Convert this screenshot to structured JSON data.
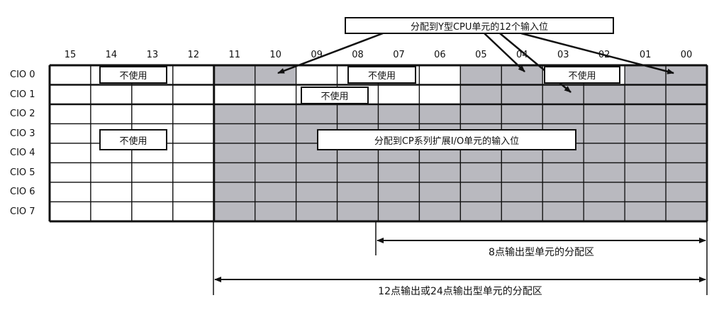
{
  "columns": [
    "15",
    "14",
    "13",
    "12",
    "11",
    "10",
    "09",
    "08",
    "07",
    "06",
    "05",
    "04",
    "03",
    "02",
    "01",
    "00"
  ],
  "rows": [
    {
      "label": "CIO 0",
      "shaded": [
        0,
        0,
        0,
        0,
        1,
        1,
        0,
        0,
        0,
        0,
        1,
        1,
        0,
        0,
        1,
        1
      ]
    },
    {
      "label": "CIO 1",
      "shaded": [
        0,
        0,
        0,
        0,
        0,
        0,
        0,
        0,
        0,
        0,
        1,
        1,
        1,
        1,
        1,
        1
      ]
    },
    {
      "label": "CIO 2",
      "shaded": [
        0,
        0,
        0,
        0,
        1,
        1,
        1,
        1,
        1,
        1,
        1,
        1,
        1,
        1,
        1,
        1
      ]
    },
    {
      "label": "CIO 3",
      "shaded": [
        0,
        0,
        0,
        0,
        1,
        1,
        1,
        1,
        1,
        1,
        1,
        1,
        1,
        1,
        1,
        1
      ]
    },
    {
      "label": "CIO 4",
      "shaded": [
        0,
        0,
        0,
        0,
        1,
        1,
        1,
        1,
        1,
        1,
        1,
        1,
        1,
        1,
        1,
        1
      ]
    },
    {
      "label": "CIO 5",
      "shaded": [
        0,
        0,
        0,
        0,
        1,
        1,
        1,
        1,
        1,
        1,
        1,
        1,
        1,
        1,
        1,
        1
      ]
    },
    {
      "label": "CIO 6",
      "shaded": [
        0,
        0,
        0,
        0,
        1,
        1,
        1,
        1,
        1,
        1,
        1,
        1,
        1,
        1,
        1,
        1
      ]
    },
    {
      "label": "CIO 7",
      "shaded": [
        0,
        0,
        0,
        0,
        1,
        1,
        1,
        1,
        1,
        1,
        1,
        1,
        1,
        1,
        1,
        1
      ]
    }
  ],
  "colors": {
    "shaded": "#b9b9bf",
    "line": "#111111"
  },
  "labels": {
    "cpu_inputs": "分配到Y型CPU单元的12个输入位",
    "unused": "不使用",
    "expansion_inputs": "分配到CP系列扩展I/O单元的输入位",
    "output8": "8点输出型单元的分配区",
    "output12_24": "12点输出或24点输出型单元的分配区"
  }
}
